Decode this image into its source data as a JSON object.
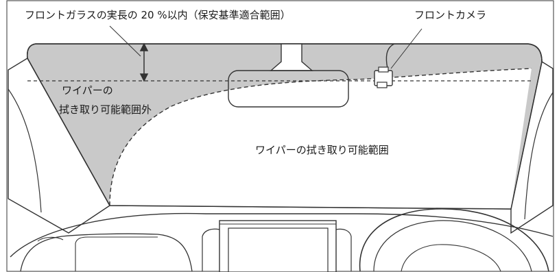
{
  "labels": {
    "windshield_limit": "フロントガラスの実長の 20 %以内（保安基準適合範囲）",
    "front_camera": "フロントカメラ",
    "outside_wipe_line1": "ワイパーの",
    "outside_wipe_line2": "拭き取り可能範囲外",
    "inside_wipe": "ワイパーの拭き取り可能範囲"
  },
  "colors": {
    "shaded_area": "#c9c9c9",
    "line": "#333333",
    "background": "#ffffff"
  }
}
